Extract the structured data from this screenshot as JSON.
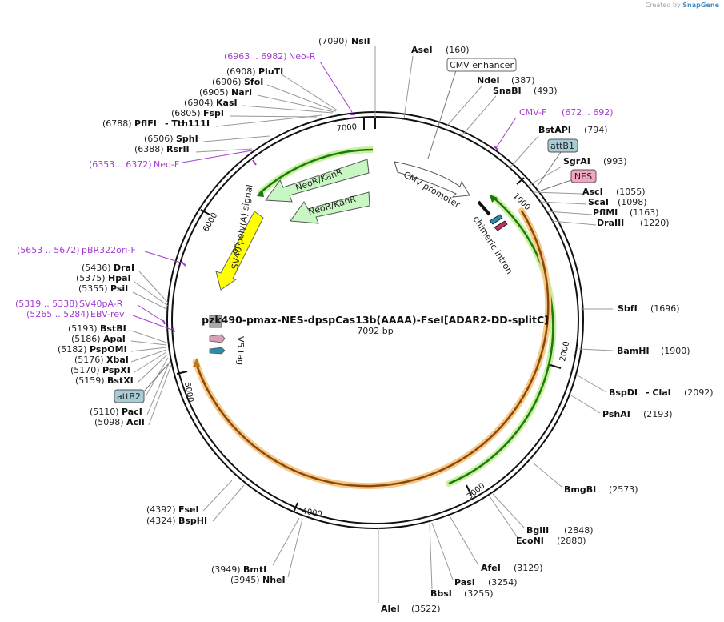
{
  "credit": {
    "prefix": "Created by",
    "brand": "SnapGene"
  },
  "plasmid": {
    "name": "pzk490-pmax-NES-dpspCas13b(AAAA)-FseI[ADAR2-DD-splitC]",
    "length_label": "7092 bp"
  },
  "ticks": [
    "1000",
    "2000",
    "3000",
    "4000",
    "5000",
    "6000",
    "7000"
  ],
  "features": {
    "cmv_enhancer": "CMV enhancer",
    "cmv_promoter": "CMV promoter",
    "chimeric_intron": "chimeric intron",
    "attB1": "attB1",
    "NES": "NES",
    "attB2": "attB2",
    "neo1": "NeoR/KanR",
    "neo2": "NeoR/KanR",
    "ori": "ori",
    "sv40": "SV40 poly(A) signal",
    "v5": "V5 tag"
  },
  "sites_left": [
    {
      "num": "(7090)",
      "name": "NsiI"
    },
    {
      "num": "(6908)",
      "name": "PluTI"
    },
    {
      "num": "(6906)",
      "name": "SfoI"
    },
    {
      "num": "(6905)",
      "name": "NarI"
    },
    {
      "num": "(6904)",
      "name": "KasI"
    },
    {
      "num": "(6805)",
      "name": "FspI"
    },
    {
      "num": "(6788)",
      "name": "PflFI",
      "extra": "- Tth111I"
    },
    {
      "num": "(6506)",
      "name": "SphI"
    },
    {
      "num": "(6388)",
      "name": "RsrII"
    },
    {
      "num": "(5436)",
      "name": "DraI"
    },
    {
      "num": "(5375)",
      "name": "HpaI"
    },
    {
      "num": "(5355)",
      "name": "PsiI"
    },
    {
      "num": "(5193)",
      "name": "BstBI"
    },
    {
      "num": "(5186)",
      "name": "ApaI"
    },
    {
      "num": "(5182)",
      "name": "PspOMI"
    },
    {
      "num": "(5176)",
      "name": "XbaI"
    },
    {
      "num": "(5170)",
      "name": "PspXI"
    },
    {
      "num": "(5159)",
      "name": "BstXI"
    },
    {
      "num": "(5110)",
      "name": "PacI"
    },
    {
      "num": "(5098)",
      "name": "AclI"
    },
    {
      "num": "(4392)",
      "name": "FseI"
    },
    {
      "num": "(4324)",
      "name": "BspHI"
    },
    {
      "num": "(3949)",
      "name": "BmtI"
    },
    {
      "num": "(3945)",
      "name": "NheI"
    }
  ],
  "sites_right": [
    {
      "name": "AseI",
      "num": "(160)"
    },
    {
      "name": "NdeI",
      "num": "(387)"
    },
    {
      "name": "SnaBI",
      "num": "(493)"
    },
    {
      "name": "BstAPI",
      "num": "(794)"
    },
    {
      "name": "SgrAI",
      "num": "(993)"
    },
    {
      "name": "AscI",
      "num": "(1055)"
    },
    {
      "name": "ScaI",
      "num": "(1098)"
    },
    {
      "name": "PflMI",
      "num": "(1163)"
    },
    {
      "name": "DraIII",
      "num": "(1220)"
    },
    {
      "name": "SbfI",
      "num": "(1696)"
    },
    {
      "name": "BamHI",
      "num": "(1900)"
    },
    {
      "name": "BspDI",
      "extra": "- ClaI",
      "num": "(2092)"
    },
    {
      "name": "PshAI",
      "num": "(2193)"
    },
    {
      "name": "BmgBI",
      "num": "(2573)"
    },
    {
      "name": "BglII",
      "num": "(2848)"
    },
    {
      "name": "EcoNI",
      "num": "(2880)"
    },
    {
      "name": "AfeI",
      "num": "(3129)"
    },
    {
      "name": "PasI",
      "num": "(3254)"
    },
    {
      "name": "BbsI",
      "num": "(3255)"
    },
    {
      "name": "AleI",
      "num": "(3522)"
    }
  ],
  "primers": [
    {
      "range": "(6963 .. 6982)",
      "name": "Neo-R"
    },
    {
      "range": "(6353 .. 6372)",
      "name": "Neo-F"
    },
    {
      "range": "(5653 .. 5672)",
      "name": "pBR322ori-F"
    },
    {
      "range": "(5319 .. 5338)",
      "name": "SV40pA-R"
    },
    {
      "range": "(5265 .. 5284)",
      "name": "EBV-rev"
    },
    {
      "name": "CMV-F",
      "range": "(672 .. 692)"
    }
  ],
  "colors": {
    "backbone": "#111111",
    "primer": "#a23cd0",
    "green_feature": "#1a7a10",
    "orange_feature": "#b87a12",
    "neo_fill": "#c8f7c4",
    "ori_fill": "#ffff00",
    "attB_fill": "#a7ccd6",
    "nes_fill": "#f2a5c3"
  }
}
